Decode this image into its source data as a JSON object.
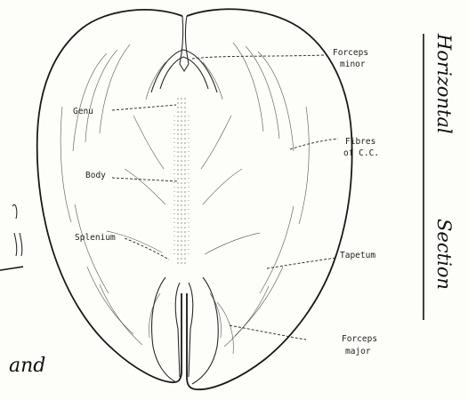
{
  "labels": {
    "forceps_minor_line1": "Forceps",
    "forceps_minor_line2": "minor",
    "genu": "Genu",
    "fibres_line1": "Fibres",
    "fibres_line2": "of C.C.",
    "body": "Body",
    "splenium": "Splenium",
    "tapetum": "Tapetum",
    "forceps_major_line1": "Forceps",
    "forceps_major_line2": "major"
  },
  "side_text": {
    "horizontal": "Horizontal",
    "section": "Section"
  },
  "margin_text": {
    "and": "and"
  },
  "colors": {
    "ink": "#1a1a1a",
    "paper": "#fdfdf9"
  }
}
